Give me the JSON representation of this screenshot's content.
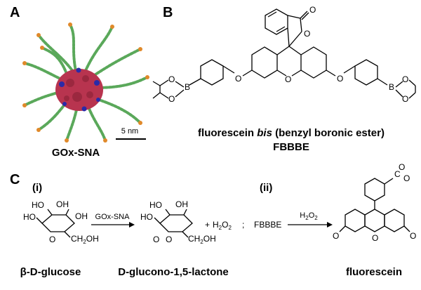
{
  "panels": {
    "a_label": "A",
    "b_label": "B",
    "c_label": "C"
  },
  "panel_a": {
    "scale_bar": "5 nm",
    "caption": "GOx-SNA",
    "colors": {
      "protein": "#b8344f",
      "accent": "#2a2aa8",
      "strand": "#5aa85a",
      "strand_dot": "#e0892a",
      "linker": "#8a8ab0"
    }
  },
  "panel_b": {
    "caption_prefix": "fluorescein ",
    "caption_italic": "bis",
    "caption_suffix": " (benzyl boronic ester)",
    "abbrev": "FBBBE",
    "atoms": {
      "o_lactone": "O",
      "o_ring": "O",
      "o_xanthene": "O",
      "o_ether_left": "O",
      "o_ether_right": "O",
      "b_left": "B",
      "b_right": "B",
      "o_bl1": "O",
      "o_bl2": "O",
      "o_br1": "O",
      "o_br2": "O"
    }
  },
  "panel_c": {
    "sub_i": "(i)",
    "sub_ii": "(ii)",
    "enzyme_label": "GOx-SNA",
    "plus": "+",
    "h2o2_main": "H",
    "h2o2_sub": "2",
    "h2o2_o": "O",
    "separator": ";",
    "reagent": "FBBBE",
    "arrow2_label_main": "H",
    "arrow2_label_sub": "2",
    "arrow2_label_o": "O",
    "glucose_name": "β-D-glucose",
    "lactone_name": "D-glucono-1,5-lactone",
    "product_name": "fluorescein",
    "glucose_atoms": {
      "ho1": "HO",
      "ho2": "HO",
      "oh1": "OH",
      "oh2": "OH",
      "ring_o": "O",
      "ch2oh": "CH",
      "ch2oh_sub": "2",
      "ch2oh_end": "OH"
    },
    "lactone_atoms": {
      "ho1": "HO",
      "ho2": "HO",
      "oh1": "OH",
      "ring_o": "O",
      "carbonyl_o": "O",
      "ch2oh": "CH",
      "ch2oh_sub": "2",
      "ch2oh_end": "OH"
    },
    "fluorescein_atoms": {
      "o_minus": "O",
      "carboxylate": "C",
      "o_carb1": "O",
      "o_carb2": "O",
      "ring_o": "O",
      "keto_o": "O"
    }
  }
}
